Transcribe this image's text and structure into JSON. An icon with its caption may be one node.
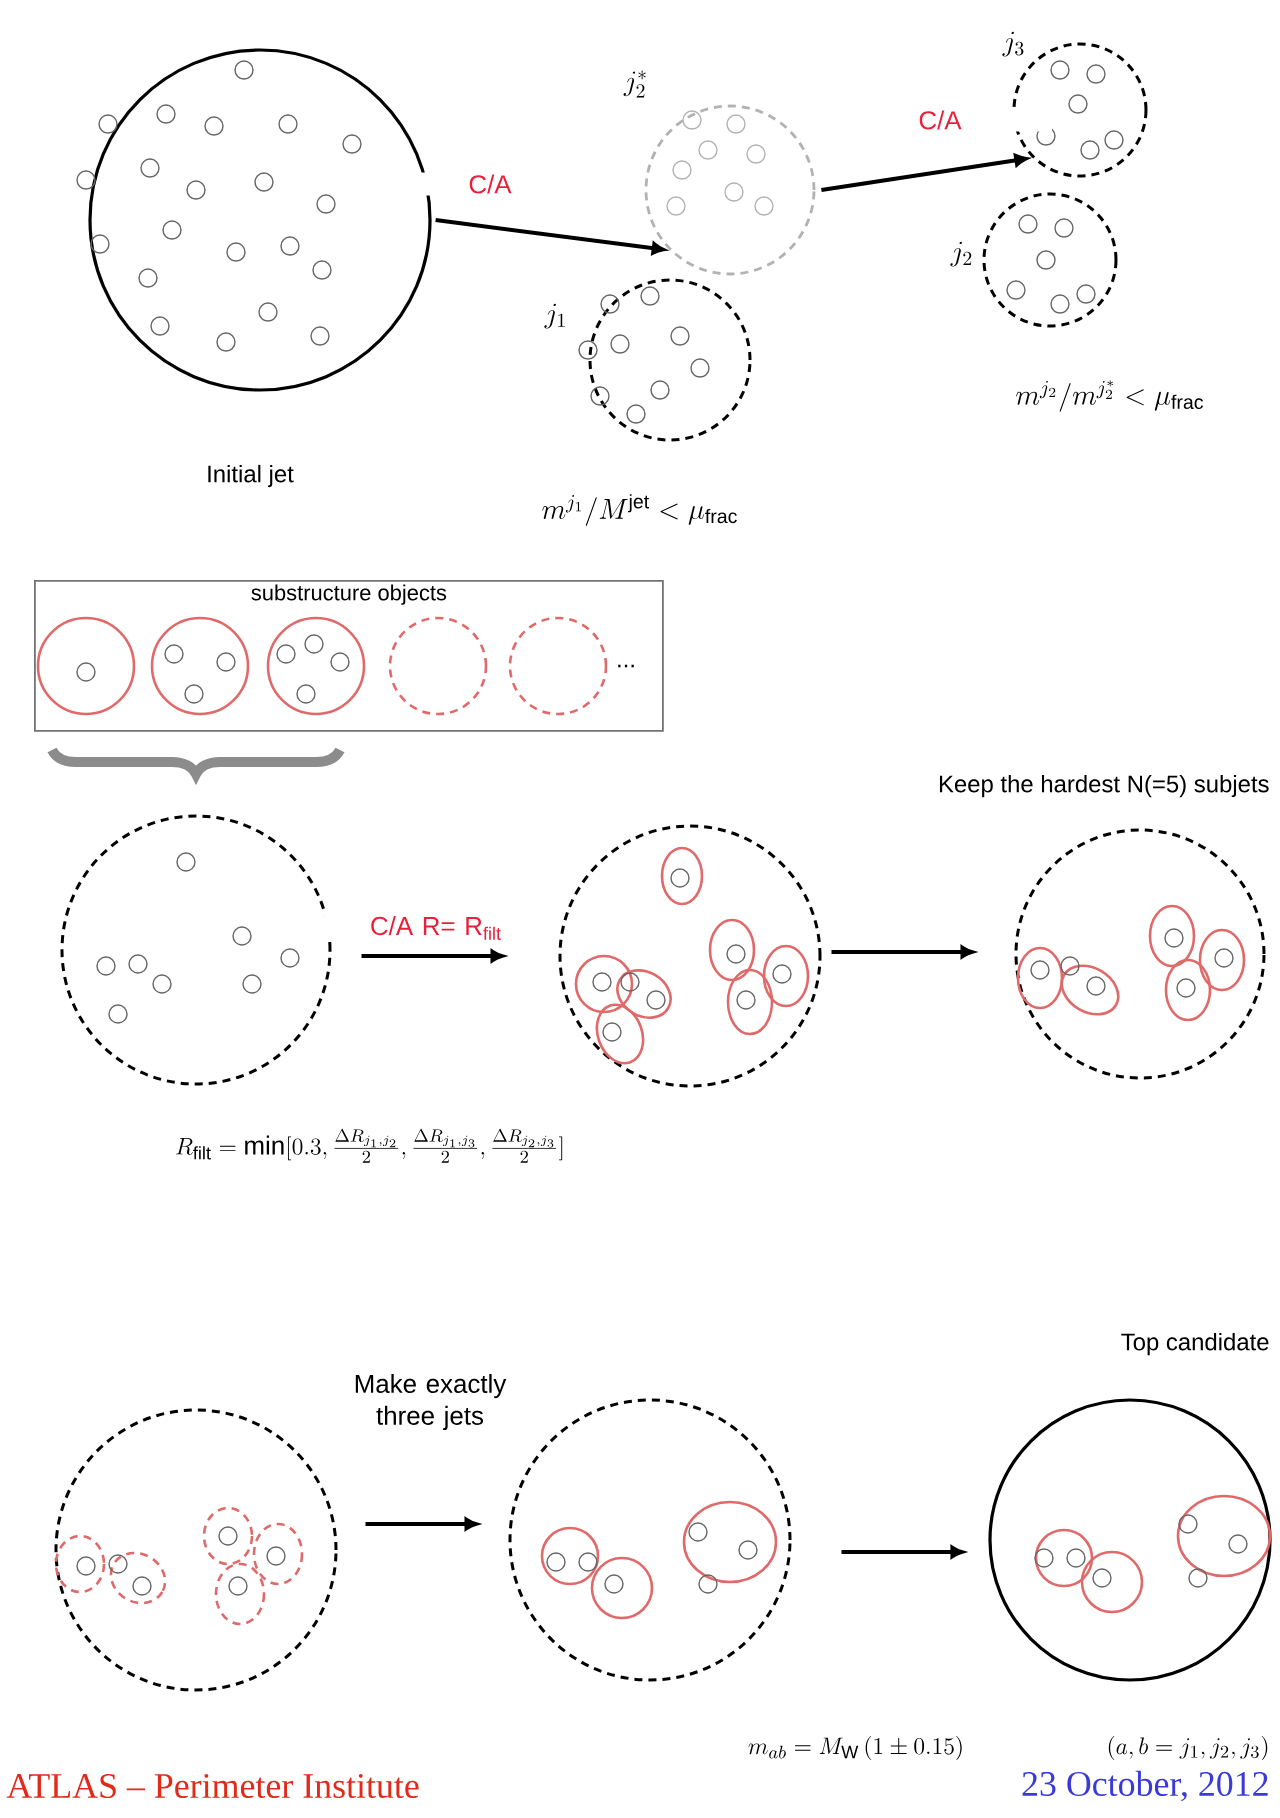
{
  "diagram": {
    "nodes": [
      {
        "text": [],
        "shape": "circle",
        "beside": [
          "Initial jet"
        ]
      },
      {
        "text": [],
        "shape": "circle",
        "beside": [
          "j_2^*"
        ]
      },
      {
        "text": [],
        "shape": "circle",
        "beside": [
          "j_1",
          "m^{j_1}/M^{\\mathrm{jet}} < \\mu_{\\mathrm{frac}}"
        ]
      },
      {
        "text": [],
        "shape": "circle",
        "beside": [
          "j_3"
        ]
      },
      {
        "text": [],
        "shape": "circle",
        "beside": [
          "j_2",
          "m^{j_2}/m^{j_2^*} < \\mu_{\\mathrm{frac}}"
        ]
      },
      {
        "text": [
          "substructure objects"
        ]
      },
      {
        "text": [],
        "shape": "circle",
        "in": 5
      },
      {
        "text": [],
        "shape": "circle",
        "in": 5
      },
      {
        "text": [],
        "shape": "circle",
        "in": 5
      },
      {
        "text": [],
        "shape": "circle",
        "in": 5
      },
      {
        "text": [],
        "shape": "circle",
        "in": 5,
        "beside": [
          "..."
        ]
      },
      {
        "text": [],
        "shape": "circle"
      },
      {
        "text": [],
        "shape": "circle"
      },
      {
        "text": [],
        "shape": "circle",
        "beside": [
          "Keep the hardest N(=5) subjets"
        ]
      },
      {
        "text": [],
        "shape": "circle"
      },
      {
        "text": [],
        "shape": "circle"
      },
      {
        "text": [],
        "shape": "circle",
        "beside": [
          "Top candidate"
        ]
      }
    ],
    "edges": [
      {
        "from": 0,
        "to": 1,
        "arrow": "to",
        "label": "C/A"
      },
      {
        "from": 1,
        "to": 3,
        "arrow": "to",
        "label": "C/A"
      },
      {
        "from": 11,
        "to": 12,
        "arrow": "to",
        "label": "C/A R= R$_{filt}$"
      },
      {
        "from": 12,
        "to": 13,
        "arrow": "to"
      },
      {
        "from": 14,
        "to": 15,
        "arrow": "to",
        "label": "Make exactly three jets"
      },
      {
        "from": 15,
        "to": 16,
        "arrow": "to"
      }
    ],
    "labels": [
      "R_{\\mathrm{filt}} = \\min[0.3, \\frac{\\Delta R_{j_1,j_2}}{2}, \\frac{\\Delta R_{j_1,j_3}}{2}, \\frac{\\Delta R_{j_2,j_3}}{2}]",
      "m_{ab} = M_{\\mathrm{W}}\\,(1 \\pm 0.15)",
      "(a, b = j_1, j_2, j_3)",
      "ATLAS – Perimeter Institute",
      "23 October, 2012"
    ]
  }
}
